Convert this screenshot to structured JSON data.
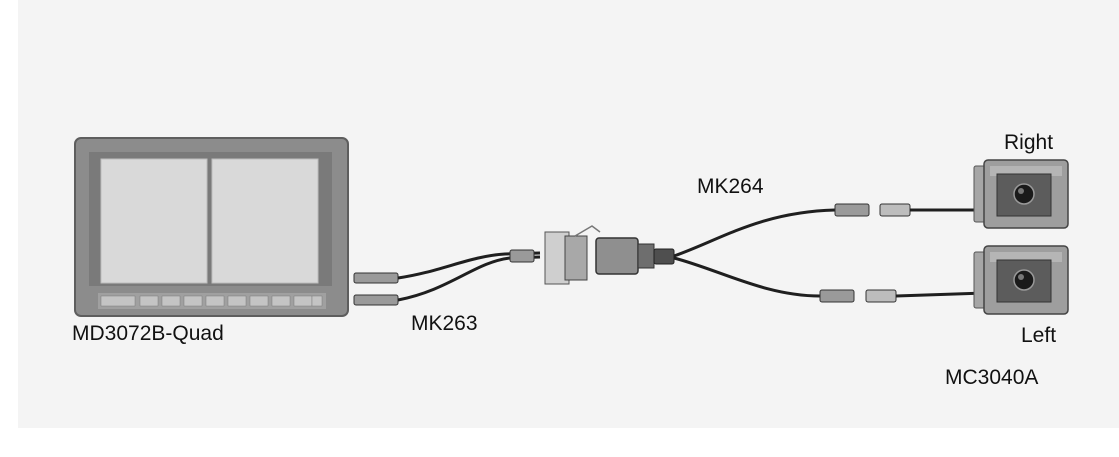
{
  "labels": {
    "monitor_model": "MD3072B-Quad",
    "monitor_cable": "MK263",
    "camera_cable": "MK264",
    "camera_right": "Right",
    "camera_left": "Left",
    "camera_model": "MC3040A"
  },
  "colors": {
    "panel_background": "#f4f4f4",
    "device_body": "#8c8c8c",
    "device_screen": "#d9d9d9",
    "cable": "#1f1f1f",
    "text": "#111111"
  },
  "icons": {
    "monitor": "quad-monitor-icon",
    "splitter": "cable-connector-icon",
    "camera": "backup-camera-icon"
  }
}
